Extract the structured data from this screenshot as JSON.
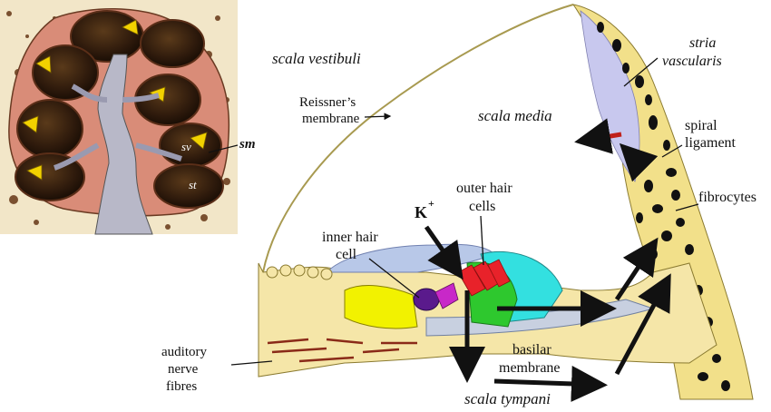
{
  "inset": {
    "labels": {
      "sm": "sm",
      "sv": "sv",
      "st": "st"
    }
  },
  "labels": {
    "scala_vestibuli": "scala vestibuli",
    "scala_media": "scala media",
    "scala_tympani": "scala tympani",
    "reissners_1": "Reissner’s",
    "reissners_2": "membrane",
    "stria_1": "stria",
    "stria_2": "vascularis",
    "spiral_1": "spiral",
    "spiral_2": "ligament",
    "fibrocytes": "fibrocytes",
    "k_ion": "K",
    "k_sup": "+",
    "outer_1": "outer hair",
    "outer_2": "cells",
    "inner_1": "inner hair",
    "inner_2": "cell",
    "basilar_1": "basilar",
    "basilar_2": "membrane",
    "auditory_1": "auditory",
    "auditory_2": "nerve",
    "auditory_3": "fibres"
  },
  "colors": {
    "bone_yellow": "#F5E6A8",
    "ligament_yellow": "#F2E08A",
    "stria_lilac": "#C8C8EE",
    "tectorial_blue": "#B8C8E8",
    "cochlea_brown": "#2E1A0C",
    "cochlea_wall": "#D98C78",
    "outer_hair_red": "#E8222A",
    "inner_hair_purple": "#5A1A8C",
    "organ_green": "#2EC82E",
    "organ_cyan": "#33E0E0",
    "ion_arrow_red": "#C0201A"
  }
}
